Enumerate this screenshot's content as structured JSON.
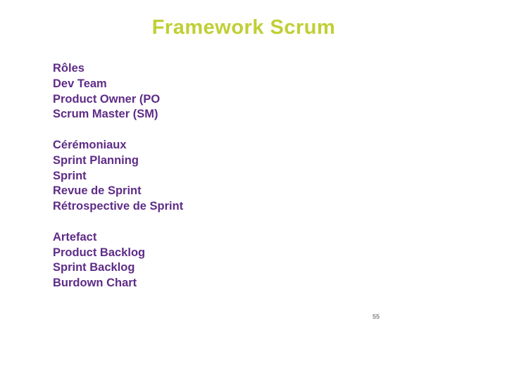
{
  "slide": {
    "title": "Framework Scrum",
    "page_number": "55",
    "colors": {
      "background": "#ffffff",
      "title_green": "#c0cf35",
      "body_purple": "#5e2c87",
      "page_number_gray": "#8a8a8a"
    },
    "sections": [
      {
        "name": "roles",
        "lines": [
          "Rôles",
          "Dev Team",
          "Product Owner (PO",
          "Scrum Master (SM)"
        ]
      },
      {
        "name": "ceremonies",
        "lines": [
          "Cérémoniaux",
          "Sprint Planning",
          "Sprint",
          "Revue de Sprint",
          "Rétrospective de Sprint"
        ]
      },
      {
        "name": "artifacts",
        "lines": [
          "Artefact",
          "Product Backlog",
          "Sprint Backlog",
          "Burdown Chart"
        ]
      }
    ]
  }
}
